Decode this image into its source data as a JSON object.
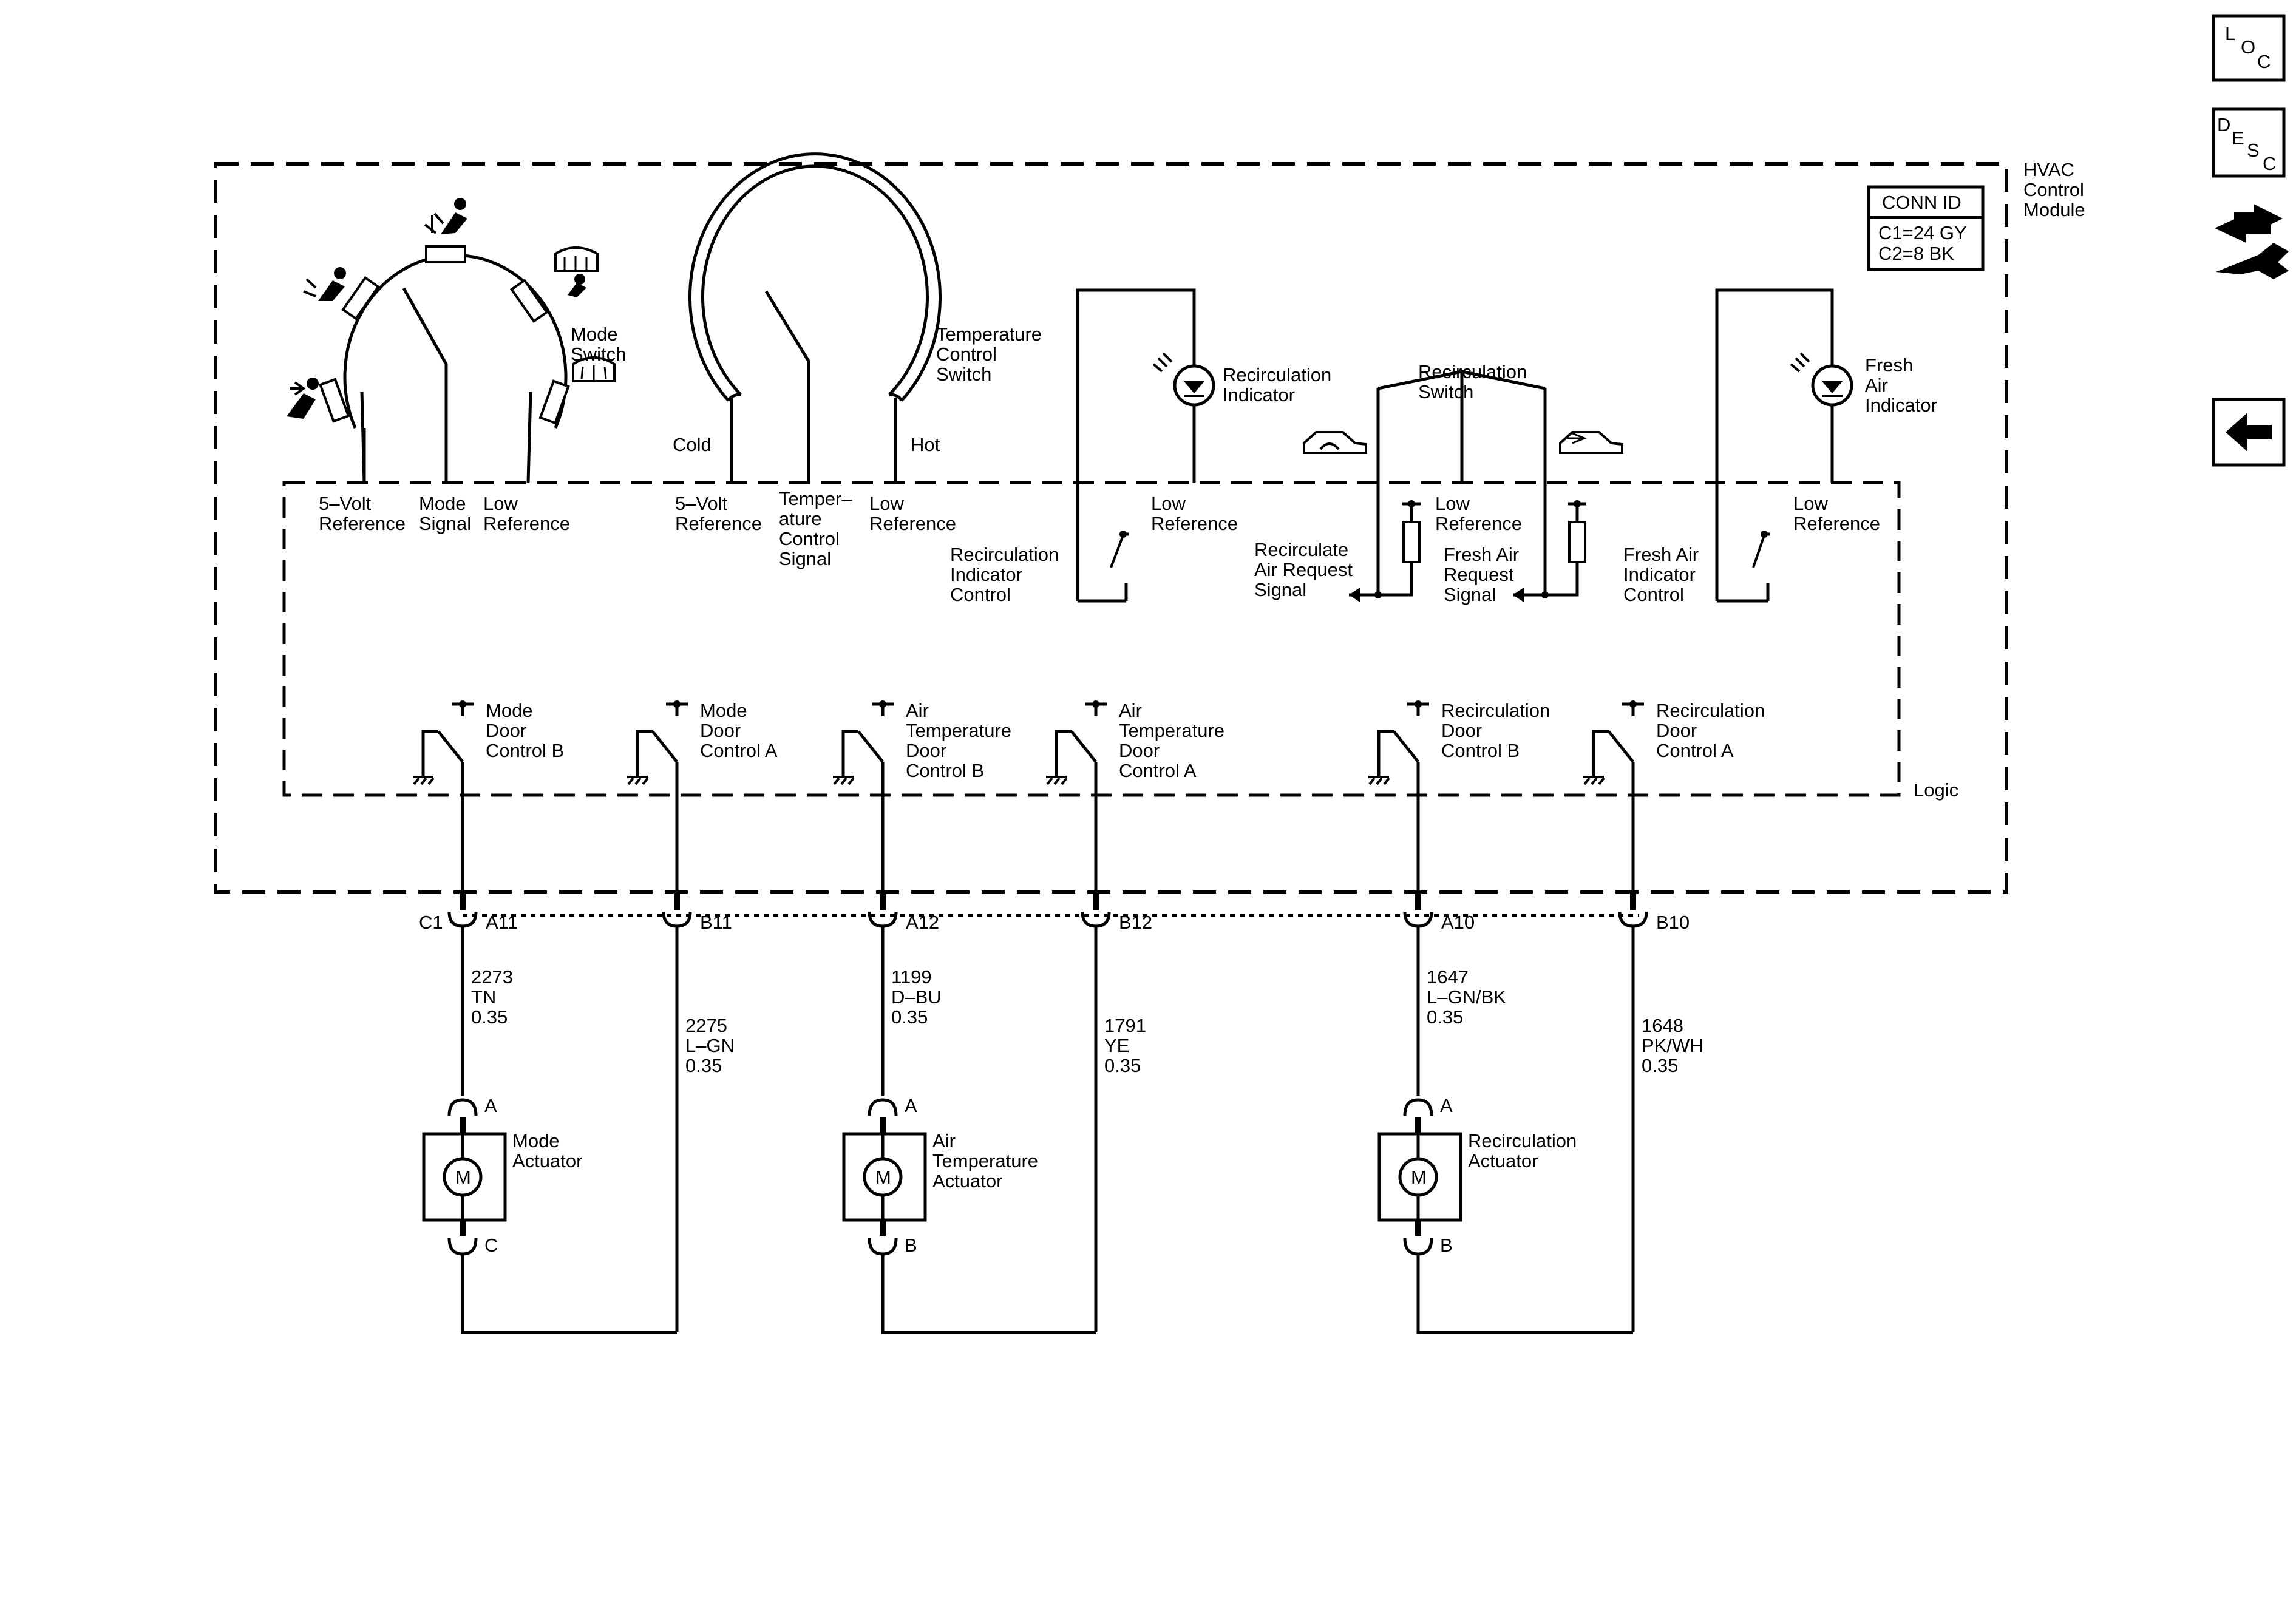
{
  "module": {
    "name_lines": [
      "HVAC",
      "Control",
      "Module"
    ],
    "logic_label": "Logic",
    "conn_id": {
      "title": "CONN ID",
      "lines": [
        "C1=24 GY",
        "C2=8 BK"
      ]
    }
  },
  "nav": {
    "loc_icon": [
      "L",
      "O",
      "C"
    ],
    "desc_icon": [
      "D",
      "E",
      "S",
      "C"
    ]
  },
  "mode_switch": {
    "title_lines": [
      "Mode",
      "Switch"
    ],
    "terminals": [
      [
        "5–Volt",
        "Reference"
      ],
      [
        "Mode",
        "Signal"
      ],
      [
        "Low Reference"
      ]
    ]
  },
  "temp_switch": {
    "title_lines": [
      "Temperature",
      "Control",
      "Switch"
    ],
    "cold": "Cold",
    "hot": "Hot",
    "terminals": [
      [
        "5–Volt",
        "Reference"
      ],
      [
        "Temper–",
        "ature",
        "Control",
        "Signal"
      ],
      [
        "Low",
        "Reference"
      ]
    ]
  },
  "recirc_indicator": {
    "title_lines": [
      "Recirculation",
      "Indicator"
    ],
    "low_ref": [
      "Low",
      "Reference"
    ],
    "control": [
      "Recirculation",
      "Indicator",
      "Control"
    ]
  },
  "recirc_switch": {
    "title_lines": [
      "Recirculation",
      "Switch"
    ],
    "low_ref": [
      "Low",
      "Reference"
    ],
    "recirc_signal": [
      "Recirculate",
      "Air Request",
      "Signal"
    ],
    "fresh_signal": [
      "Fresh Air",
      "Request",
      "Signal"
    ]
  },
  "fresh_indicator": {
    "title_lines": [
      "Fresh",
      "Air",
      "Indicator"
    ],
    "low_ref": [
      "Low",
      "Reference"
    ],
    "control": [
      "Fresh Air",
      "Indicator",
      "Control"
    ]
  },
  "drivers": [
    {
      "label": [
        "Mode",
        "Door",
        "Control B"
      ]
    },
    {
      "label": [
        "Mode",
        "Door",
        "Control A"
      ]
    },
    {
      "label": [
        "Air",
        "Temperature",
        "Door",
        "Control B"
      ]
    },
    {
      "label": [
        "Air",
        "Temperature",
        "Door",
        "Control A"
      ]
    },
    {
      "label": [
        "Recirculation",
        "Door",
        "Control B"
      ]
    },
    {
      "label": [
        "Recirculation",
        "Door",
        "Control A"
      ]
    }
  ],
  "connector": "C1",
  "pins": [
    "A11",
    "B11",
    "A12",
    "B12",
    "A10",
    "B10"
  ],
  "wires": [
    {
      "circuit": "2273",
      "color": "TN",
      "gauge": "0.35"
    },
    {
      "circuit": "2275",
      "color": "L–GN",
      "gauge": "0.35"
    },
    {
      "circuit": "1199",
      "color": "D–BU",
      "gauge": "0.35"
    },
    {
      "circuit": "1791",
      "color": "YE",
      "gauge": "0.35"
    },
    {
      "circuit": "1647",
      "color": "L–GN/BK",
      "gauge": "0.35"
    },
    {
      "circuit": "1648",
      "color": "PK/WH",
      "gauge": "0.35"
    }
  ],
  "actuators": [
    {
      "name": [
        "Mode",
        "Actuator"
      ],
      "pin_top": "A",
      "pin_bottom": "C",
      "motor": "M"
    },
    {
      "name": [
        "Air",
        "Temperature",
        "Actuator"
      ],
      "pin_top": "A",
      "pin_bottom": "B",
      "motor": "M"
    },
    {
      "name": [
        "Recirculation",
        "Actuator"
      ],
      "pin_top": "A",
      "pin_bottom": "B",
      "motor": "M"
    }
  ]
}
